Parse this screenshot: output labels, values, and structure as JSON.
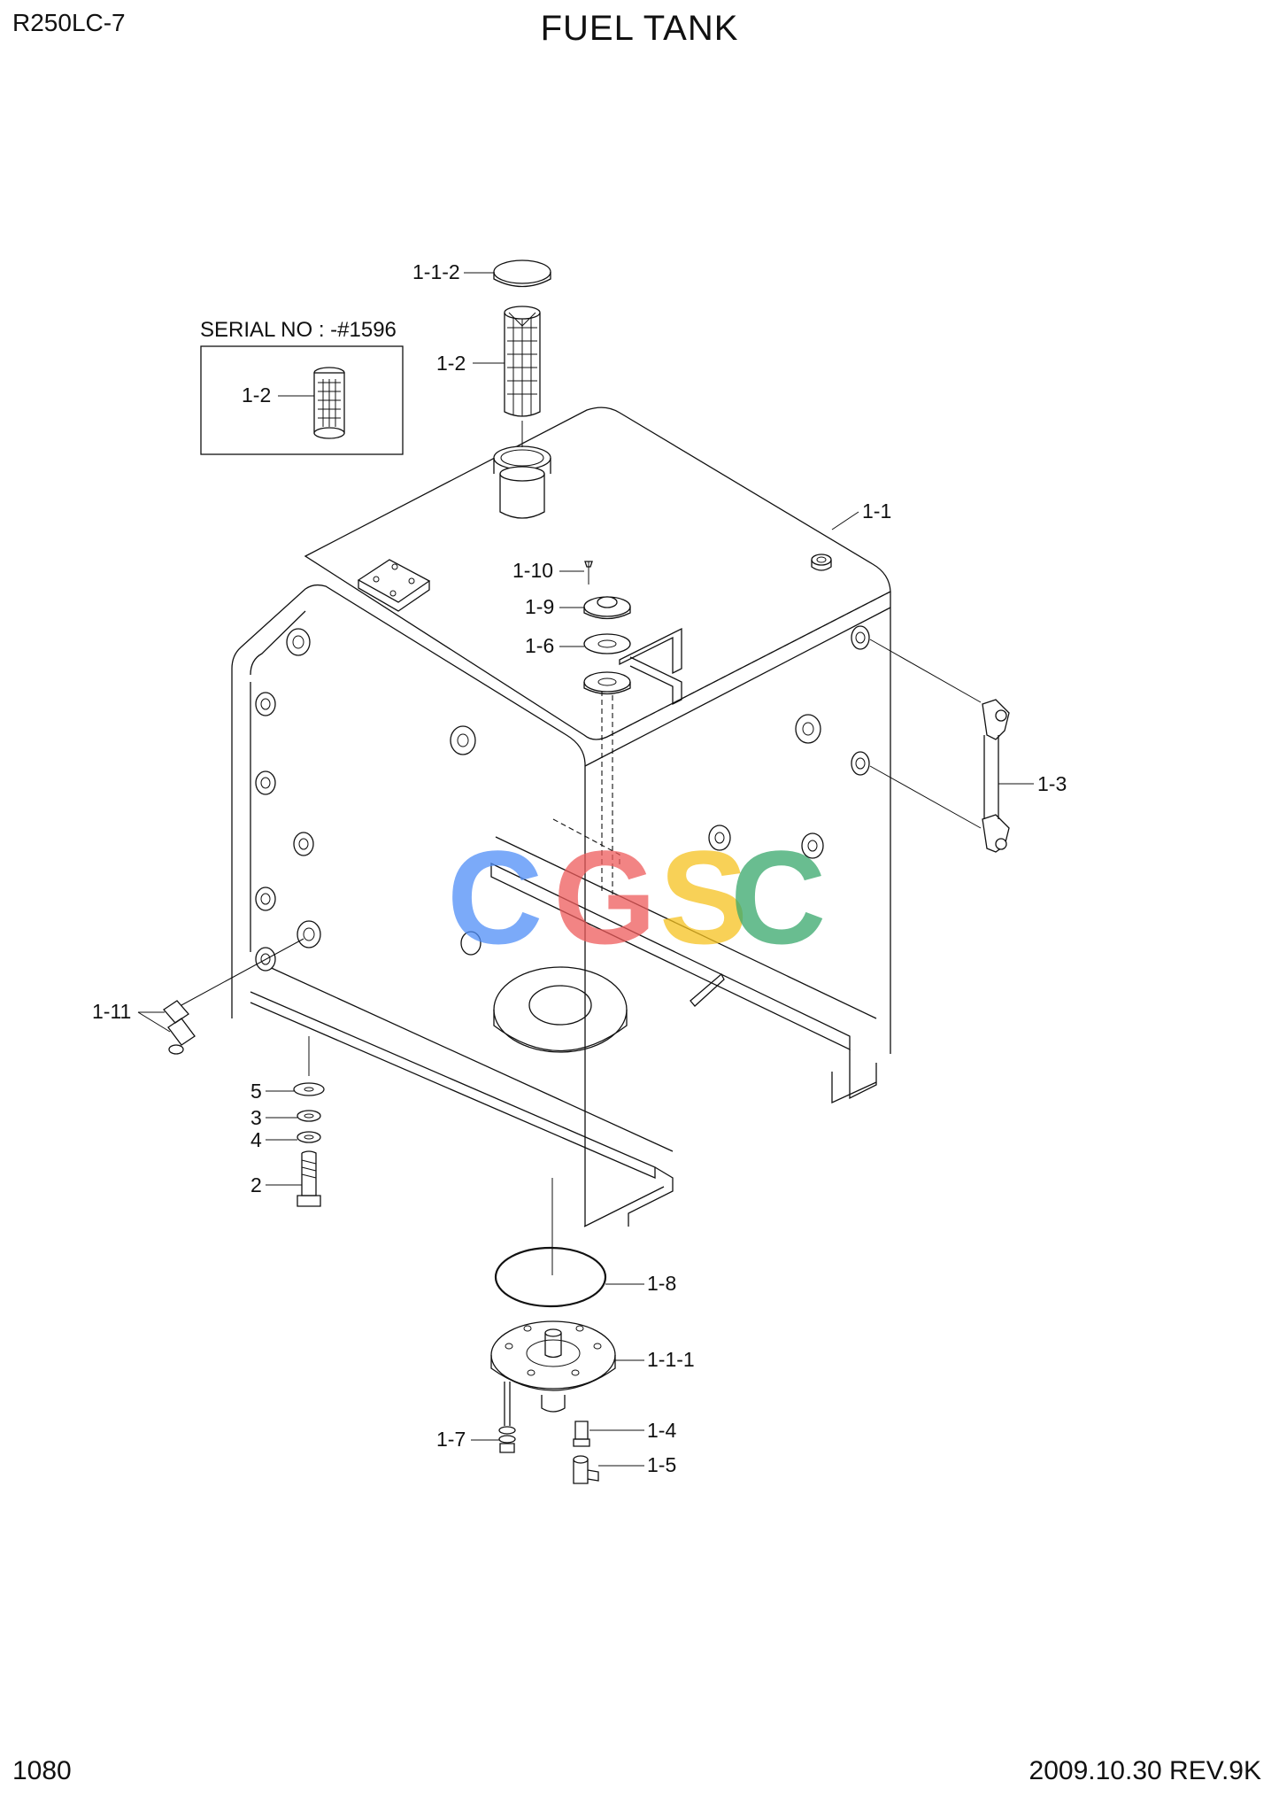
{
  "header": {
    "model": "R250LC-7",
    "title": "FUEL TANK"
  },
  "footer": {
    "page_number": "1080",
    "revision": "2009.10.30  REV.9K"
  },
  "inset": {
    "label": "SERIAL NO : -#1596",
    "callout": "1-2"
  },
  "callouts": {
    "c_1_1_2": "1-1-2",
    "c_1_2": "1-2",
    "c_1_1": "1-1",
    "c_1_10": "1-10",
    "c_1_9": "1-9",
    "c_1_6": "1-6",
    "c_1_3": "1-3",
    "c_1_11": "1-11",
    "c_5": "5",
    "c_3": "3",
    "c_4": "4",
    "c_2": "2",
    "c_1_8": "1-8",
    "c_1_1_1": "1-1-1",
    "c_1_7": "1-7",
    "c_1_4": "1-4",
    "c_1_5": "1-5"
  },
  "watermark": {
    "letters": [
      "C",
      "G",
      "S",
      "C"
    ],
    "colors": [
      "#4f8ef7",
      "#ee5b5b",
      "#f6c21f",
      "#38a86b"
    ]
  }
}
